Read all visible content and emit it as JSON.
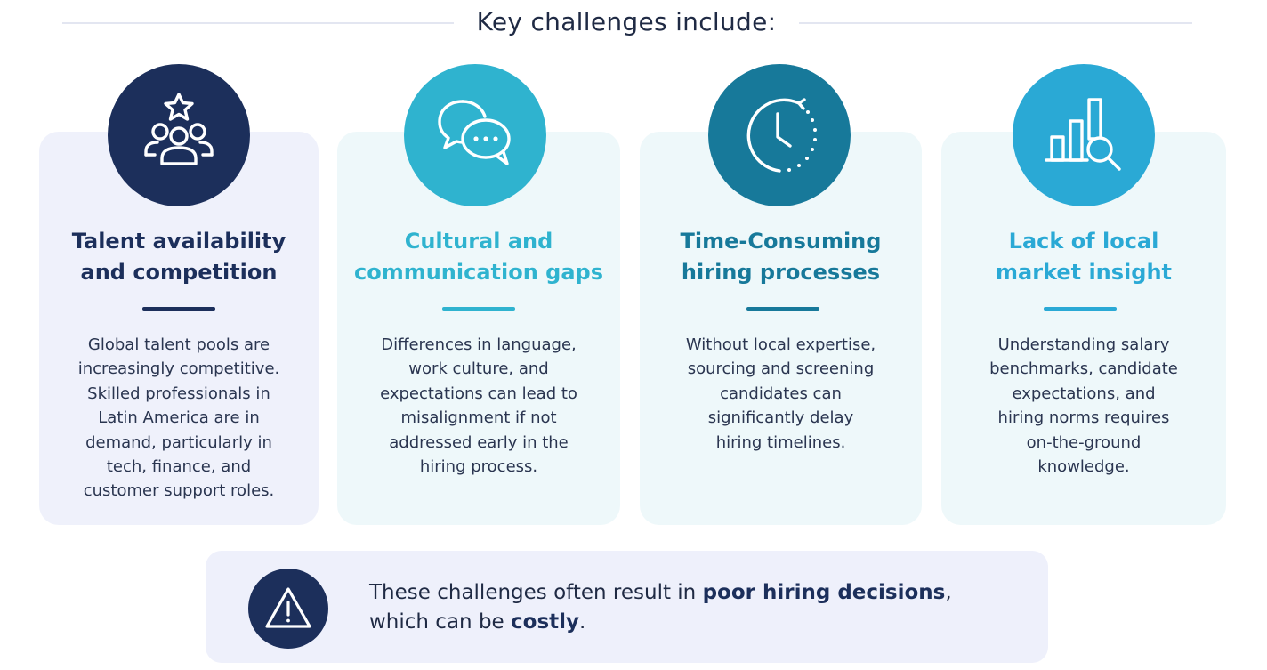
{
  "header": {
    "title": "Key challenges include:"
  },
  "colors": {
    "navy": "#1c2f5b",
    "teal": "#2fb3cf",
    "deep_teal": "#17799a",
    "sky": "#2aa9d5",
    "card_lavender": "#eff1fb",
    "card_mint": "#eef8fa",
    "callout_bg": "#eef0fb"
  },
  "cards": [
    {
      "icon": "team-star-icon",
      "title": "Talent availability\nand competition",
      "body": "Global talent pools are\nincreasingly competitive.\nSkilled professionals in\nLatin America are in\ndemand, particularly in\ntech, finance, and\ncustomer support roles."
    },
    {
      "icon": "chat-bubbles-icon",
      "title": "Cultural and\ncommunication gaps",
      "body": "Differences in language,\nwork culture, and\nexpectations can lead to\nmisalignment if not\naddressed early in the\nhiring process."
    },
    {
      "icon": "clock-icon",
      "title": "Time-Consuming\nhiring processes",
      "body": "Without local expertise,\nsourcing and screening\ncandidates can\nsignificantly delay\nhiring timelines."
    },
    {
      "icon": "chart-magnifier-icon",
      "title": "Lack of local\nmarket insight",
      "body": "Understanding salary\nbenchmarks, candidate\nexpectations, and\nhiring norms requires\non-the-ground\nknowledge."
    }
  ],
  "callout": {
    "icon": "warning-icon",
    "text_part1": "These challenges often result in ",
    "text_bold1": "poor hiring decisions",
    "text_part2": ",\nwhich can be ",
    "text_bold2": "costly",
    "text_part3": "."
  }
}
